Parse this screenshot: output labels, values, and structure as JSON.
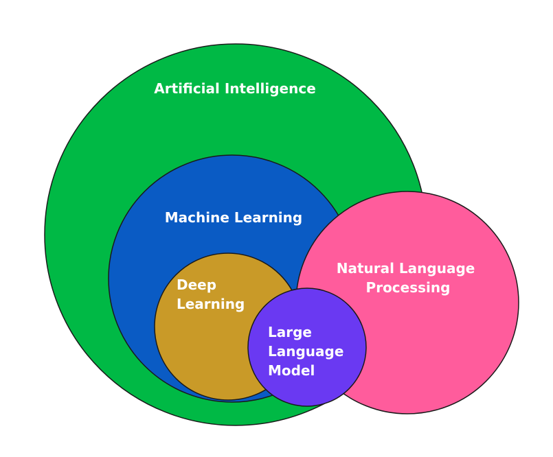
{
  "diagram": {
    "circles": {
      "ai": {
        "lines": [
          "Artificial Intelligence"
        ],
        "color": "#00b945"
      },
      "ml": {
        "lines": [
          "Machine Learning"
        ],
        "color": "#0a5bc4"
      },
      "nlp": {
        "lines": [
          "Natural Language",
          "Processing"
        ],
        "color": "#ff5c9c"
      },
      "dl": {
        "lines": [
          "Deep",
          "Learning"
        ],
        "color": "#c99a28"
      },
      "llm": {
        "lines": [
          "Large",
          "Language",
          "Model"
        ],
        "color": "#6a39f2"
      }
    }
  }
}
